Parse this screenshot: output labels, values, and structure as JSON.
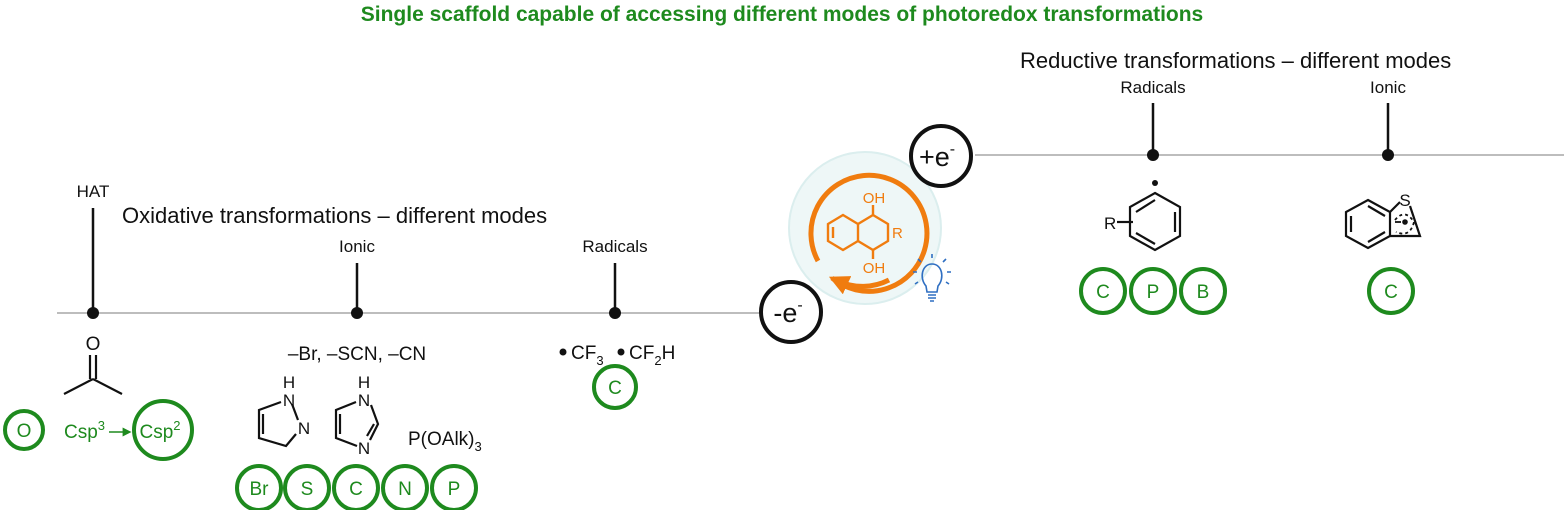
{
  "title": "Single scaffold capable of accessing different modes of photoredox transformations",
  "colors": {
    "green": "#1e8a1e",
    "orange": "#f07c0f",
    "bulb": "#2f6fc2",
    "axis": "#bdbdbd"
  },
  "oxidative": {
    "heading": "Oxidative transformations – different modes",
    "modes": [
      "HAT",
      "Ionic",
      "Radicals"
    ],
    "hat": {
      "atom_O": "O",
      "circle_O": "O",
      "csp3": "Csp",
      "csp3_sup": "3",
      "csp2": "Csp",
      "csp2_sup": "2"
    },
    "ionic": {
      "groups": "–Br, –SCN, –CN",
      "pyrazole_H": "H",
      "pyrazole_N1": "N",
      "pyrazole_N2": "N",
      "imidazole_H": "H",
      "imidazole_N1": "N",
      "imidazole_N2": "N",
      "phosphite": "P(OAlk)",
      "phosphite_sub": "3",
      "circles": [
        "Br",
        "S",
        "C",
        "N",
        "P"
      ]
    },
    "radicals": {
      "cf3": "CF",
      "cf3_sub": "3",
      "cf2h": "CF",
      "cf2h_sub": "2",
      "cf2h_tail": "H",
      "circles": [
        "C"
      ]
    }
  },
  "catalyst": {
    "oh_top": "OH",
    "oh_bottom": "OH",
    "r": "R",
    "minus_e": "-e",
    "minus_sup": "-",
    "plus_e": "+e",
    "plus_sup": "-",
    "icon": "lightbulb-icon"
  },
  "reductive": {
    "heading": "Reductive transformations – different modes",
    "modes": [
      "Radicals",
      "Ionic"
    ],
    "radicals": {
      "r": "R",
      "circles": [
        "C",
        "P",
        "B"
      ]
    },
    "ionic": {
      "s": "S",
      "circles": [
        "C"
      ]
    }
  }
}
